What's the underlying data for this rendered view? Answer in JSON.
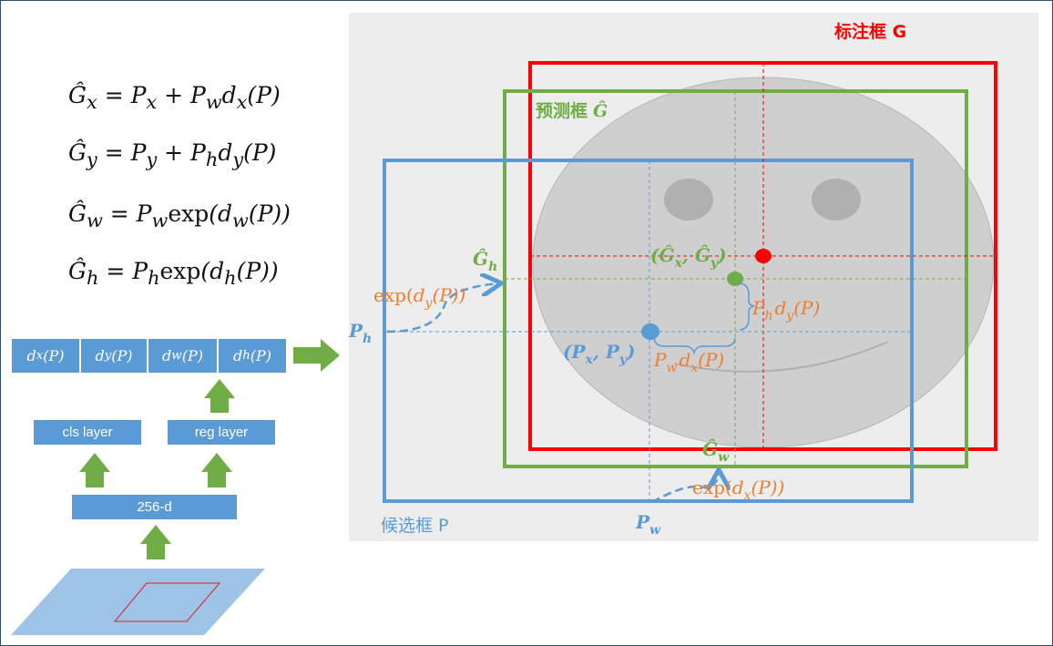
{
  "equations": [
    {
      "lhs": "Ĝ",
      "lhs_sub": "x",
      "rhs": "= P",
      "rhs_sub": "x",
      "rhs2": " + P",
      "rhs2_sub": "w",
      "rhs3": "d",
      "rhs3_sub": "x",
      "tail": "(P)"
    },
    {
      "lhs": "Ĝ",
      "lhs_sub": "y",
      "rhs": "= P",
      "rhs_sub": "y",
      "rhs2": " + P",
      "rhs2_sub": "h",
      "rhs3": "d",
      "rhs3_sub": "y",
      "tail": "(P)"
    },
    {
      "lhs": "Ĝ",
      "lhs_sub": "w",
      "rhs": "= P",
      "rhs_sub": "w",
      "fn": "exp",
      "rhs3": "(d",
      "rhs3_sub": "w",
      "tail": "(P))"
    },
    {
      "lhs": "Ĝ",
      "lhs_sub": "h",
      "rhs": "= P",
      "rhs_sub": "h",
      "fn": "exp",
      "rhs3": "(d",
      "rhs3_sub": "h",
      "tail": "(P))"
    }
  ],
  "network": {
    "outputs": [
      {
        "base": "d",
        "sub": "x",
        "tail": "(P)"
      },
      {
        "base": "d",
        "sub": "y",
        "tail": "(P)"
      },
      {
        "base": "d",
        "sub": "w",
        "tail": "(P)"
      },
      {
        "base": "d",
        "sub": "h",
        "tail": "(P)"
      }
    ],
    "cls_layer": "cls layer",
    "reg_layer": "reg layer",
    "feature": "256-d"
  },
  "boxes": {
    "gt_label": "标注框 G",
    "pred_label": "预测框",
    "pred_symbol": "Ĝ",
    "proposal_label": "候选框 P"
  },
  "annotations": {
    "gh": {
      "base": "Ĝ",
      "sub": "h"
    },
    "gw": {
      "base": "Ĝ",
      "sub": "w"
    },
    "ph": {
      "base": "P",
      "sub": "h"
    },
    "pw": {
      "base": "P",
      "sub": "w"
    },
    "exp_dy": {
      "fn": "exp(",
      "base": "d",
      "sub": "y",
      "tail": "(P))"
    },
    "exp_dx": {
      "fn": "exp(",
      "base": "d",
      "sub": "x",
      "tail": "(P))"
    },
    "ph_dy": {
      "a": "P",
      "a_sub": "h",
      "b": "d",
      "b_sub": "y",
      "tail": "(P)"
    },
    "pw_dx": {
      "a": "P",
      "a_sub": "w",
      "b": "d",
      "b_sub": "x",
      "tail": "(P)"
    },
    "gxy": {
      "open": "(",
      "a": "Ĝ",
      "a_sub": "x",
      "comma": ", ",
      "b": "Ĝ",
      "b_sub": "y",
      "close": ")"
    },
    "pxy": {
      "open": "(",
      "a": "P",
      "a_sub": "x",
      "comma": ", ",
      "b": "P",
      "b_sub": "y",
      "close": ")"
    }
  },
  "colors": {
    "red": "#ff0000",
    "green": "#70ad47",
    "blue": "#5b9bd5",
    "orange": "#ed7d31",
    "panel": "#ededed",
    "face": "#cfcfcf"
  }
}
